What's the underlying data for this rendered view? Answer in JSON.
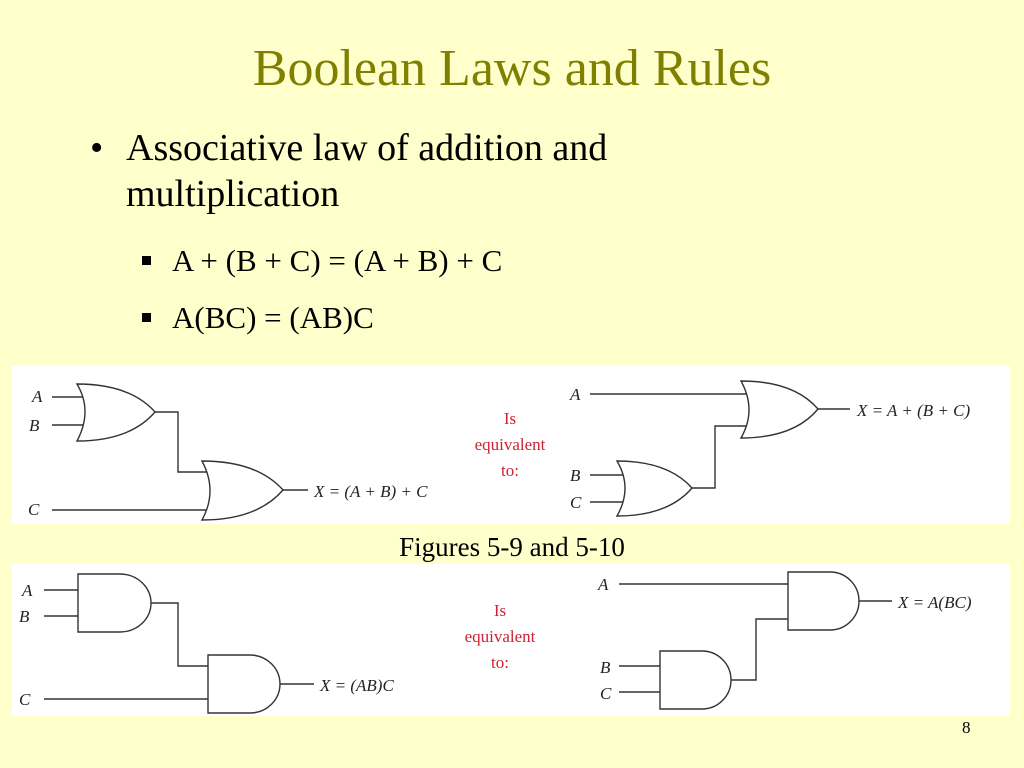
{
  "slide": {
    "title": "Boolean Laws and Rules",
    "bullet": "Associative law of addition and multiplication",
    "bullet_marker": "•",
    "sub_items": [
      "A + (B + C) = (A + B) + C",
      "A(BC) = (AB)C"
    ],
    "caption": "Figures 5-9 and 5-10",
    "page_number": "8"
  },
  "figure_or": {
    "left": {
      "a": "A",
      "b": "B",
      "c": "C",
      "output": "X = (A + B) + C"
    },
    "equivalent": [
      "Is",
      "equivalent",
      "to:"
    ],
    "right": {
      "a": "A",
      "b": "B",
      "c": "C",
      "output": "X = A + (B + C)"
    }
  },
  "figure_and": {
    "left": {
      "a": "A",
      "b": "B",
      "c": "C",
      "output": "X = (AB)C"
    },
    "equivalent": [
      "Is",
      "equivalent",
      "to:"
    ],
    "right": {
      "a": "A",
      "b": "B",
      "c": "C",
      "output": "X = A(BC)"
    }
  },
  "colors": {
    "background": "#ffffcc",
    "title": "#808000",
    "equivalent_text": "#cc2233",
    "panel": "#ffffff"
  }
}
